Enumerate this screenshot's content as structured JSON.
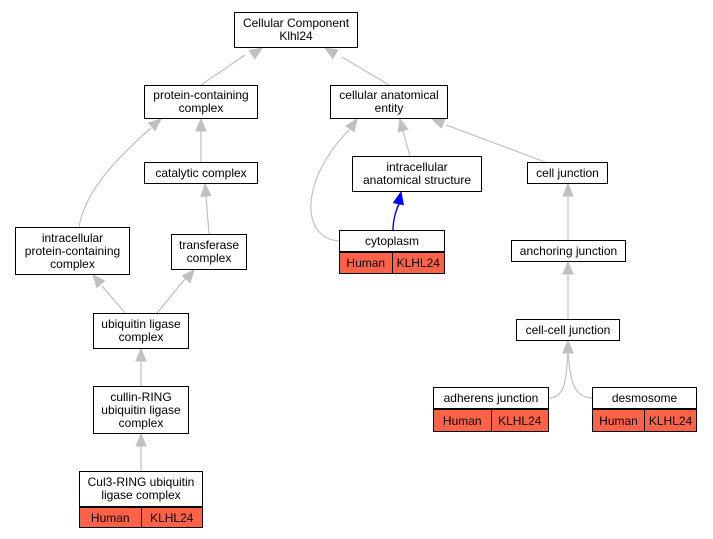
{
  "diagram": {
    "colors": {
      "edge": "#c0c0c0",
      "highlight_edge": "#0000ff",
      "annotation_fill": "#ff6347"
    },
    "nodes": {
      "root": "Cellular Component\nKlhl24",
      "protein_containing_complex": "protein-containing\ncomplex",
      "cellular_anatomical_entity": "cellular anatomical\nentity",
      "catalytic_complex": "catalytic complex",
      "intracellular_anatomical_structure": "intracellular\nanatomical structure",
      "cell_junction": "cell junction",
      "intracellular_protein_containing_complex": "intracellular\nprotein-containing\ncomplex",
      "transferase_complex": "transferase\ncomplex",
      "cytoplasm": "cytoplasm",
      "anchoring_junction": "anchoring junction",
      "ubiquitin_ligase_complex": "ubiquitin ligase\ncomplex",
      "cell_cell_junction": "cell-cell junction",
      "cullin_ring_complex": "cullin-RING\nubiquitin ligase\ncomplex",
      "adherens_junction": "adherens junction",
      "desmosome": "desmosome",
      "cul3_ring_complex": "Cul3-RING ubiquitin\nligase complex"
    },
    "annotations": {
      "cytoplasm": [
        "Human",
        "KLHL24"
      ],
      "adherens_junction": [
        "Human",
        "KLHL24"
      ],
      "desmosome": [
        "Human",
        "KLHL24"
      ],
      "cul3_ring_complex": [
        "Human",
        "KLHL24"
      ]
    }
  }
}
